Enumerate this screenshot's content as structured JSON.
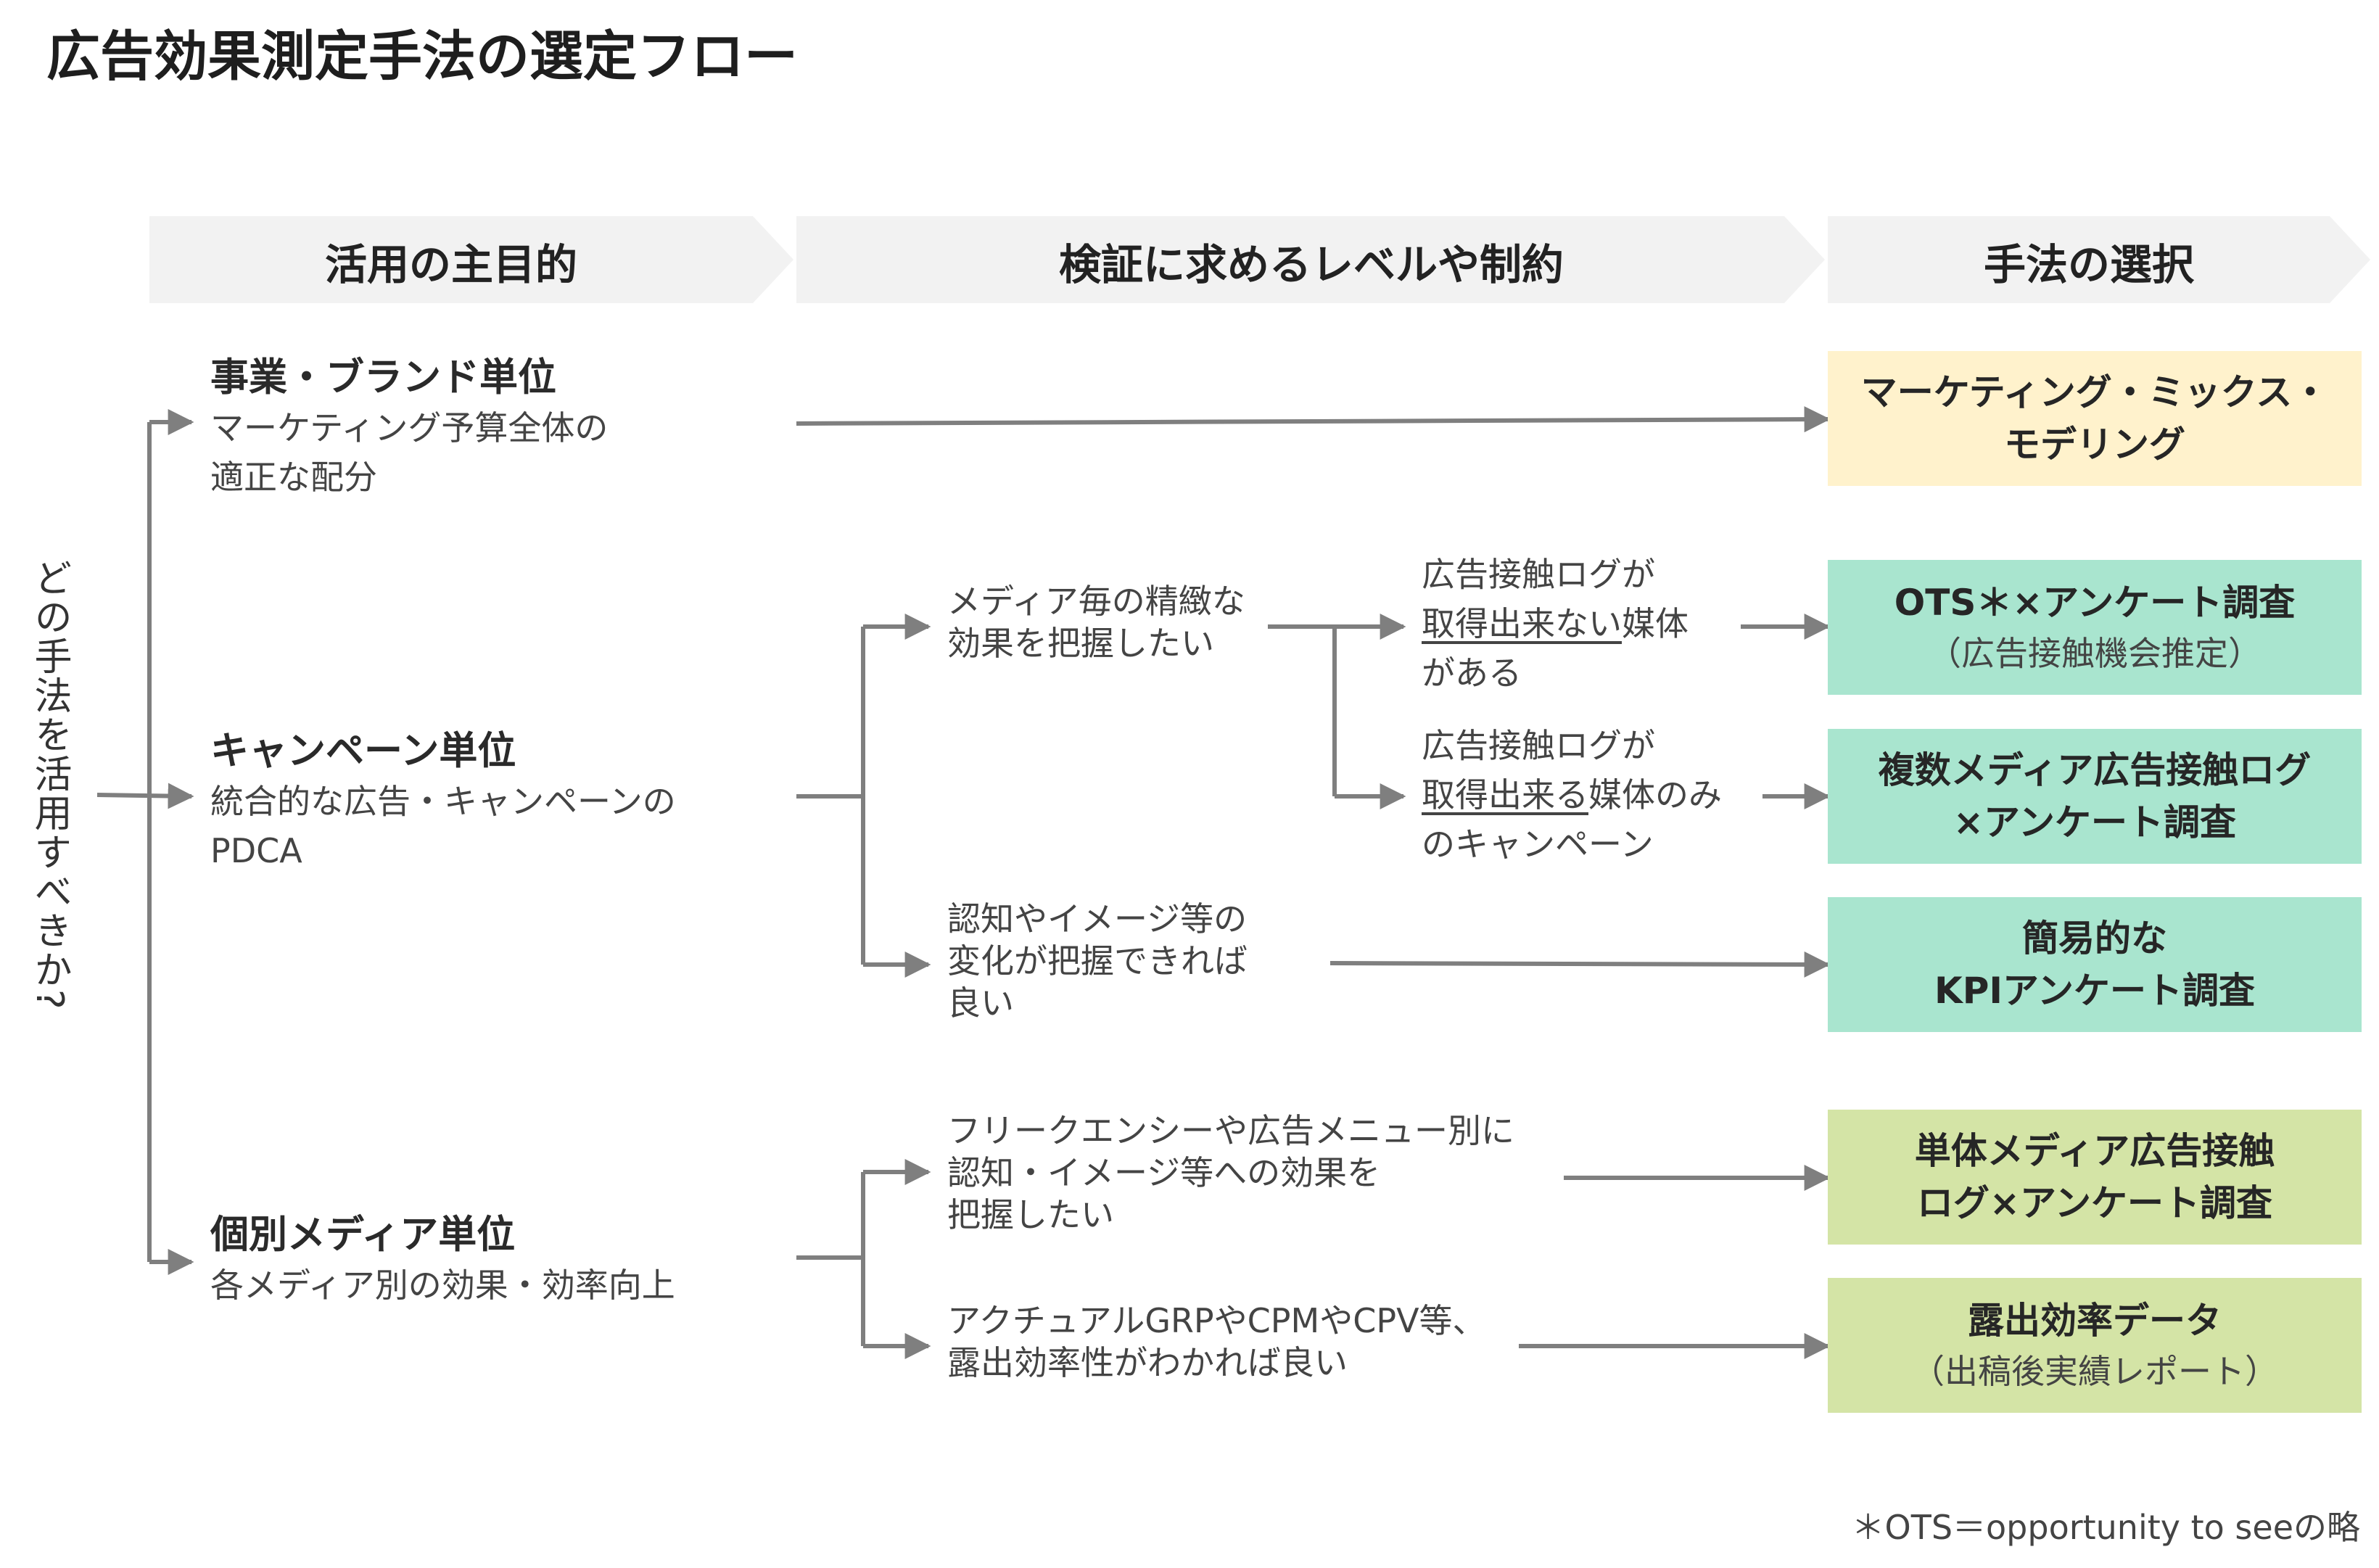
{
  "title": "広告効果測定手法の選定フロー",
  "headers": [
    "活用の主目的",
    "検証に求めるレベルや制約",
    "手法の選択"
  ],
  "question": "どの手法を活用すべきか?",
  "purposes": [
    {
      "title": "事業・ブランド単位",
      "desc": [
        "マーケティング予算全体の",
        "適正な配分"
      ]
    },
    {
      "title": "キャンペーン単位",
      "desc": [
        "統合的な広告・キャンペーンの",
        "PDCA"
      ]
    },
    {
      "title": "個別メディア単位",
      "desc": [
        "各メディア別の効果・効率向上"
      ]
    }
  ],
  "conditions": {
    "media_detail": [
      "メディア毎の精緻な",
      "効果を把握したい"
    ],
    "awareness_change": [
      "認知やイメージ等の",
      "変化が把握できれば",
      "良い"
    ],
    "frequency": [
      "フリークエンシーや広告メニュー別に",
      "認知・イメージ等への効果を",
      "把握したい"
    ],
    "actual_grp": [
      "アクチュアルGRPやCPMやCPV等、",
      "露出効率性がわかれば良い"
    ]
  },
  "sub_conditions": {
    "cannot_get": {
      "line1": "広告接触ログが",
      "line2_underlined": "取得出来ない",
      "line2_rest": "媒体",
      "line3": "がある"
    },
    "can_get": {
      "line1": "広告接触ログが",
      "line2_underlined": "取得出来る",
      "line2_rest": "媒体のみ",
      "line3": "のキャンペーン"
    }
  },
  "methods": {
    "mmm": {
      "lines": [
        "マーケティング・ミックス・",
        "モデリング"
      ]
    },
    "ots": {
      "lines": [
        "OTS＊×アンケート調査"
      ],
      "sub": "（広告接触機会推定）"
    },
    "multi_log": {
      "lines": [
        "複数メディア広告接触ログ",
        "×アンケート調査"
      ]
    },
    "kpi": {
      "lines": [
        "簡易的な",
        "KPIアンケート調査"
      ]
    },
    "single_log": {
      "lines": [
        "単体メディア広告接触",
        "ログ×アンケート調査"
      ]
    },
    "exposure": {
      "lines": [
        "露出効率データ"
      ],
      "sub": "（出稿後実績レポート）"
    }
  },
  "footnote": "＊OTS＝opportunity to seeの略",
  "colors": {
    "header_bg": "#f2f2f2",
    "line": "#7f7f7f",
    "method_yellow": "#fff2cc",
    "method_teal": "#a9e5cf",
    "method_green": "#d4e4a6"
  }
}
